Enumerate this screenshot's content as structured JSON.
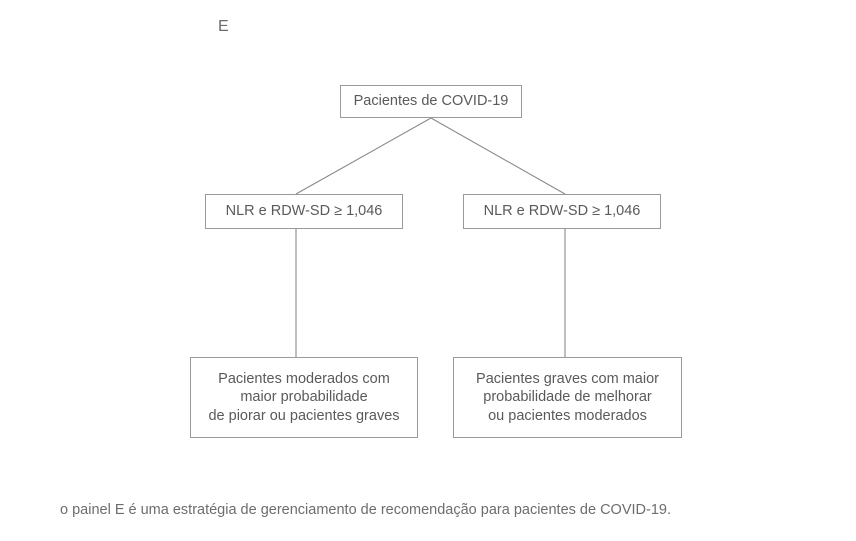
{
  "figure": {
    "panel_label": "E",
    "caption": "o painel E é uma estratégia de gerenciamento de recomendação para pacientes de COVID-19.",
    "colors": {
      "text": "#5a5a5a",
      "border": "#9a9a9a",
      "connector": "#8a8a8a",
      "caption_text": "#6d6d6d",
      "background": "#ffffff"
    }
  },
  "flowchart": {
    "root": {
      "label": "Pacientes de COVID-19"
    },
    "branches": [
      {
        "condition": "NLR e RDW-SD ≥ 1,046",
        "outcome": "Pacientes moderados com\nmaior probabilidade\nde piorar ou pacientes graves"
      },
      {
        "condition": "NLR e RDW-SD ≥ 1,046",
        "outcome": "Pacientes graves com maior\nprobabilidade de melhorar\nou pacientes moderados"
      }
    ]
  }
}
